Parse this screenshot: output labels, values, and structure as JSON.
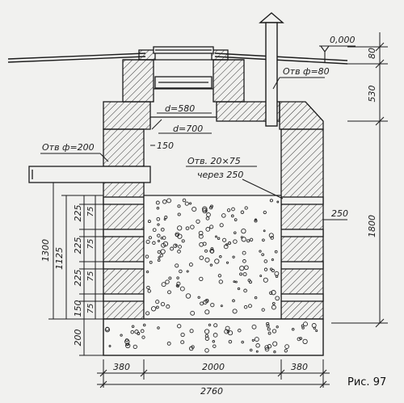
{
  "figure_caption": "Рис. 97",
  "labels": {
    "level_mark": "0,000",
    "hole_80": "Отв ф=80",
    "d_580": "d=580",
    "d_700": "d=700",
    "hole_200": "Отв ф=200",
    "dim_150_top": "150",
    "holes_line1": "Отв. 20×75",
    "holes_line2": "через 250",
    "dim_250": "250"
  },
  "dims_right": {
    "d80": "80",
    "d530": "530",
    "d1800": "1800"
  },
  "dims_left": {
    "d1300": "1300",
    "d1125": "1125",
    "r1": "225",
    "r2": "75",
    "r3": "225",
    "r4": "75",
    "r5": "225",
    "r6": "75",
    "r7": "150",
    "r8": "75",
    "d200": "200"
  },
  "dims_bottom": {
    "d380a": "380",
    "d2000": "2000",
    "d380b": "380",
    "d2760": "2760"
  },
  "colors": {
    "line": "#1c1c1c",
    "paper": "#f1f1ef"
  }
}
